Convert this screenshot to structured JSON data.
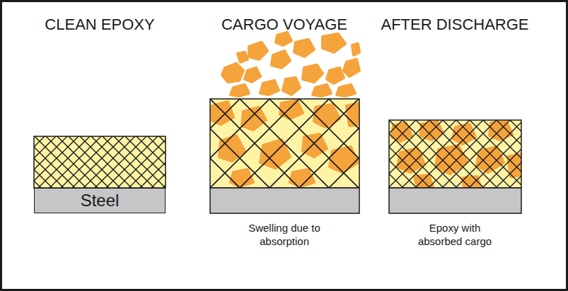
{
  "diagram": {
    "nodes": [
      {
        "text": [
          "Steel"
        ]
      }
    ],
    "labels": [
      "CLEAN EPOXY",
      "CARGO VOYAGE",
      "AFTER DISCHARGE",
      "Swelling due to absorption",
      "Epoxy with absorbed cargo"
    ]
  }
}
